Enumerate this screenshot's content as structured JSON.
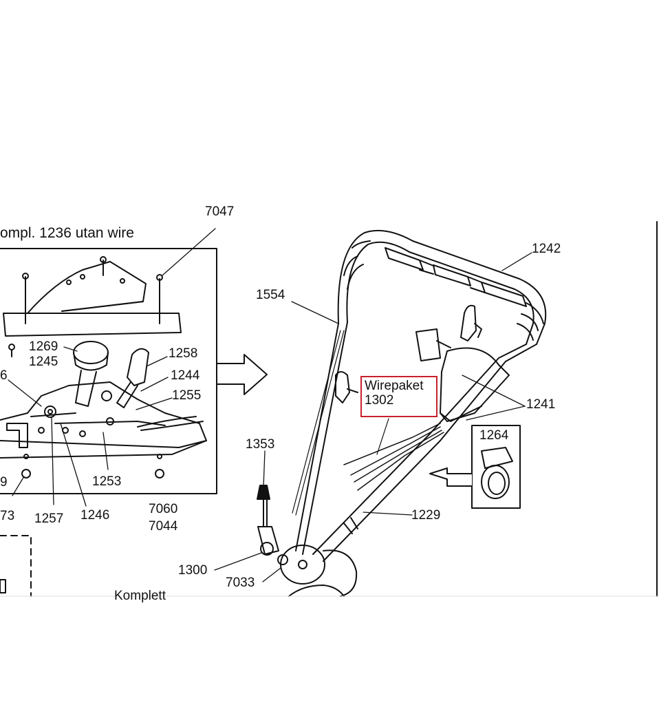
{
  "title": "ompl. 1236 utan wire",
  "annotation": {
    "line1": "Wirepaket",
    "line2": "1302",
    "color": "#c8202a"
  },
  "colors": {
    "ink": "#111111",
    "paper": "#ffffff",
    "highlight": "#c8202a"
  },
  "labels": {
    "l7047": "7047",
    "l1242": "1242",
    "l1554": "1554",
    "l1269": "1269",
    "l1245": "1245",
    "l1258": "1258",
    "l6": "6",
    "l1244": "1244",
    "l1255": "1255",
    "l1241": "1241",
    "l1264": "1264",
    "l1353": "1353",
    "l9": "9",
    "l1253": "1253",
    "l73": "73",
    "l1257": "1257",
    "l1246": "1246",
    "l7060": "7060",
    "l7044": "7044",
    "l1229": "1229",
    "l1300": "1300",
    "l7033": "7033",
    "lKomplett": "Komplett"
  }
}
